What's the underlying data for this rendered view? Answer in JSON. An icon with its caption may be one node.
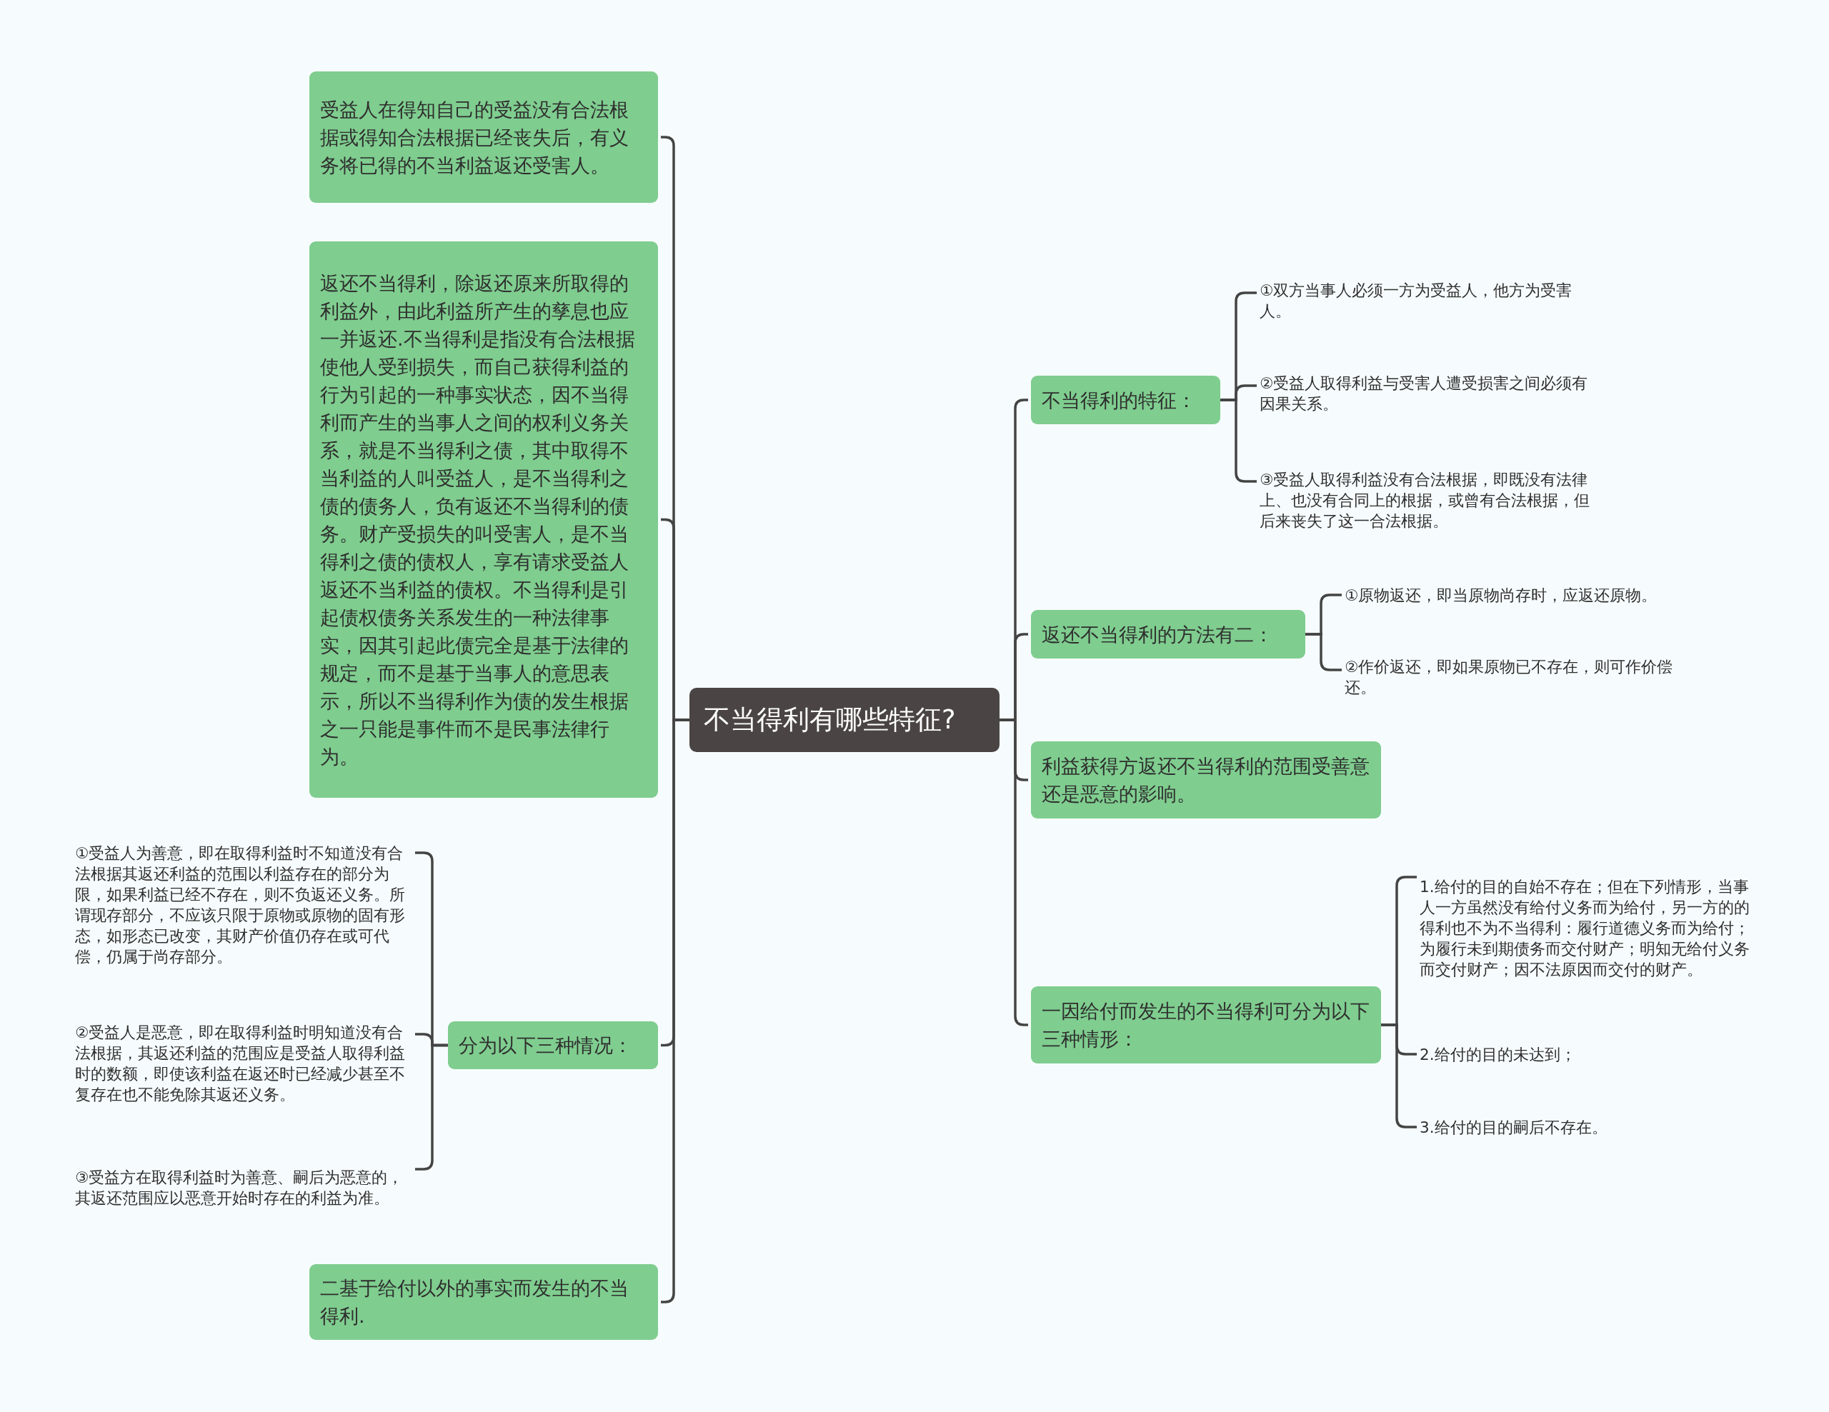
{
  "diagram": {
    "nodes": [
      {
        "text": [
          "不当得利有哪些特征?"
        ]
      },
      {
        "text": [
          "受益人在得知自己的受益没有合法根据或得知合法根据已经丧失后，有义务将已得的不当利益返还受害人。"
        ]
      },
      {
        "text": [
          "返还不当得利，除返还原来所取得的利益外，由此利益所产生的孳息也应一并返还.不当得利是指没有合法根据使他人受到损失，而自己获得利益的行为引起的一种事实状态，因不当得利而产生的当事人之间的权利义务关系，就是不当得利之债，其中取得不当利益的人叫受益人，是不当得利之债的债务人，负有返还不当得利的债务。财产受损失的叫受害人，是不当得利之债的债权人，享有请求受益人返还不当利益的债权。不当得利是引起债权债务关系发生的一种法律事实，因其引起此债完全是基于法律的规定，而不是基于当事人的意思表示，所以不当得利作为债的发生根据之一只能是事件而不是民事法律行为。"
        ]
      },
      {
        "text": [
          "分为以下三种情况："
        ]
      },
      {
        "text": [
          "①受益人为善意，即在取得利益时不知道没有合法根据其返还利益的范围以利益存在的部分为限，如果利益已经不存在，则不负返还义务。所谓现存部分，不应该只限于原物或原物的固有形态，如形态已改变，其财产价值仍存在或可代偿，仍属于尚存部分。"
        ]
      },
      {
        "text": [
          "②受益人是恶意，即在取得利益时明知道没有合法根据，其返还利益的范围应是受益人取得利益时的数额，即使该利益在返还时已经减少甚至不复存在也不能免除其返还义务。"
        ]
      },
      {
        "text": [
          "③受益方在取得利益时为善意、嗣后为恶意的，其返还范围应以恶意开始时存在的利益为准。"
        ]
      },
      {
        "text": [
          "二基于给付以外的事实而发生的不当得利."
        ]
      },
      {
        "text": [
          "不当得利的特征："
        ]
      },
      {
        "text": [
          "①双方当事人必须一方为受益人，他方为受害人。"
        ]
      },
      {
        "text": [
          "②受益人取得利益与受害人遭受损害之间必须有因果关系。"
        ]
      },
      {
        "text": [
          "③受益人取得利益没有合法根据，即既没有法律上、也没有合同上的根据，或曾有合法根据，但后来丧失了这一合法根据。"
        ]
      },
      {
        "text": [
          "返还不当得利的方法有二："
        ]
      },
      {
        "text": [
          "①原物返还，即当原物尚存时，应返还原物。"
        ]
      },
      {
        "text": [
          "②作价返还，即如果原物已不存在，则可作价偿还。"
        ]
      },
      {
        "text": [
          "利益获得方返还不当得利的范围受善意还是恶意的影响。"
        ]
      },
      {
        "text": [
          "一因给付而发生的不当得利可分为以下三种情形："
        ]
      },
      {
        "text": [
          "1.给付的目的自始不存在；但在下列情形，当事人一方虽然没有给付义务而为给付，另一方的的得利也不为不当得利：履行道德义务而为给付；为履行未到期债务而交付财产；明知无给付义务而交付财产；因不法原因而交付的财产。"
        ]
      },
      {
        "text": [
          "2.给付的目的未达到；"
        ]
      },
      {
        "text": [
          "3.给付的目的嗣后不存在。"
        ]
      }
    ],
    "edges": [
      {
        "from": 0,
        "to": 1,
        "arrow": "none"
      },
      {
        "from": 0,
        "to": 2,
        "arrow": "none"
      },
      {
        "from": 0,
        "to": 3,
        "arrow": "none"
      },
      {
        "from": 3,
        "to": 4,
        "arrow": "none"
      },
      {
        "from": 3,
        "to": 5,
        "arrow": "none"
      },
      {
        "from": 3,
        "to": 6,
        "arrow": "none"
      },
      {
        "from": 0,
        "to": 7,
        "arrow": "none"
      },
      {
        "from": 0,
        "to": 8,
        "arrow": "none"
      },
      {
        "from": 8,
        "to": 9,
        "arrow": "none"
      },
      {
        "from": 8,
        "to": 10,
        "arrow": "none"
      },
      {
        "from": 8,
        "to": 11,
        "arrow": "none"
      },
      {
        "from": 0,
        "to": 12,
        "arrow": "none"
      },
      {
        "from": 12,
        "to": 13,
        "arrow": "none"
      },
      {
        "from": 12,
        "to": 14,
        "arrow": "none"
      },
      {
        "from": 0,
        "to": 15,
        "arrow": "none"
      },
      {
        "from": 0,
        "to": 16,
        "arrow": "none"
      },
      {
        "from": 16,
        "to": 17,
        "arrow": "none"
      },
      {
        "from": 16,
        "to": 18,
        "arrow": "none"
      },
      {
        "from": 16,
        "to": 19,
        "arrow": "none"
      }
    ]
  }
}
